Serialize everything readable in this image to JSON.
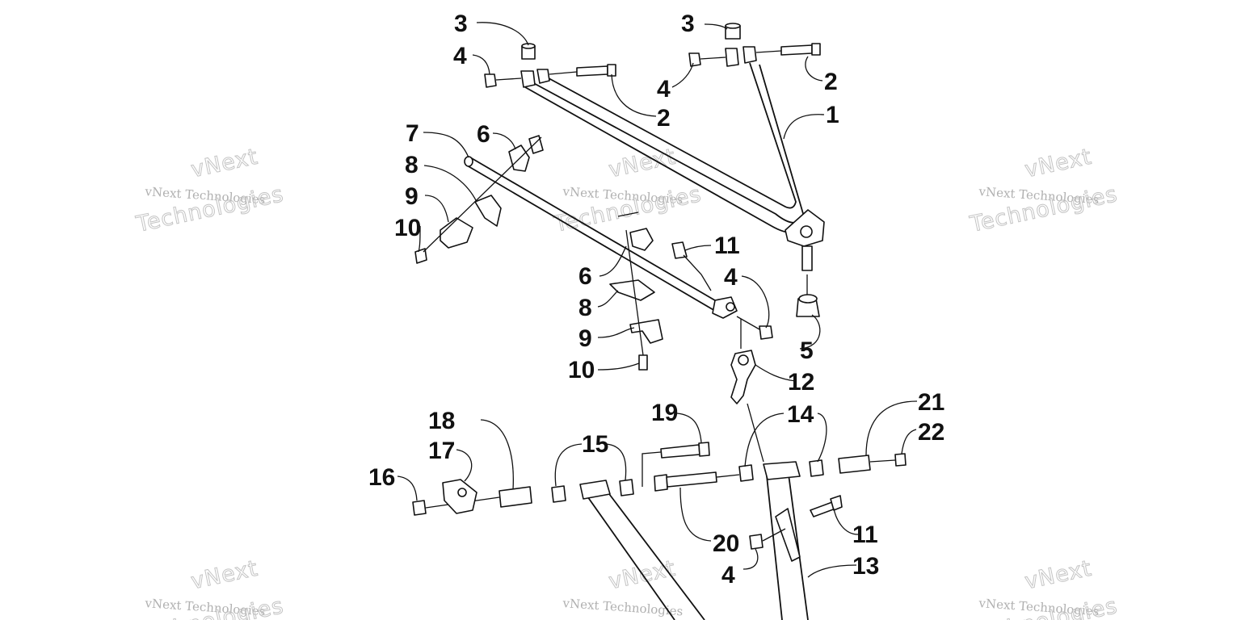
{
  "watermark": {
    "line1": "vNext",
    "line2": "vNext Technologies",
    "line3": "Technologies"
  },
  "callouts": {
    "c1": "1",
    "c2a": "2",
    "c2b": "2",
    "c3a": "3",
    "c3b": "3",
    "c4a": "4",
    "c4b": "4",
    "c4c": "4",
    "c4d": "4",
    "c5": "5",
    "c6a": "6",
    "c6b": "6",
    "c7": "7",
    "c8a": "8",
    "c8b": "8",
    "c9a": "9",
    "c9b": "9",
    "c10a": "10",
    "c10b": "10",
    "c11a": "11",
    "c11b": "11",
    "c12": "12",
    "c13": "13",
    "c14": "14",
    "c15": "15",
    "c16": "16",
    "c17": "17",
    "c18": "18",
    "c19": "19",
    "c20": "20",
    "c21": "21",
    "c22": "22"
  }
}
